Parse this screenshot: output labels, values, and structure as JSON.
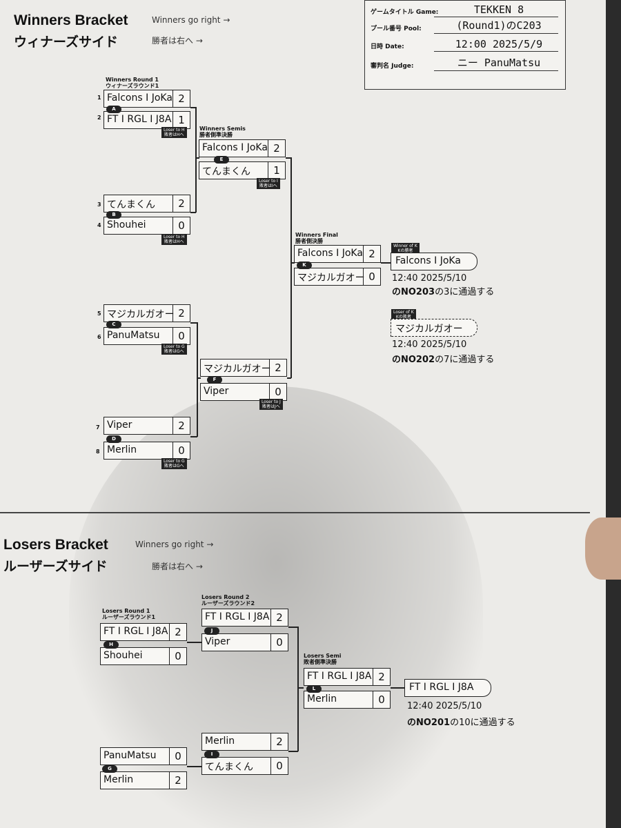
{
  "winners": {
    "title": "Winners Bracket",
    "subtitle": "Winners go right →",
    "title_jp": "ウィナーズサイド",
    "subtitle_jp": "勝者は右へ →",
    "round1_label": "Winners Round 1",
    "round1_label_jp": "ウィナーズラウンド1",
    "semis_label": "Winners Semis",
    "semis_label_jp": "勝者側準決勝",
    "final_label": "Winners Final",
    "final_label_jp": "勝者側決勝",
    "matches": {
      "A": {
        "p1": "Falcons I JoKa",
        "s1": "2",
        "p2": "FT I RGL I J8A",
        "s2": "1"
      },
      "B": {
        "p1": "てんまくん",
        "s1": "2",
        "p2": "Shouhei",
        "s2": "0"
      },
      "C": {
        "p1": "マジカルガオー",
        "s1": "2",
        "p2": "PanuMatsu",
        "s2": "0"
      },
      "D": {
        "p1": "Viper",
        "s1": "2",
        "p2": "Merlin",
        "s2": "0"
      },
      "E": {
        "p1": "Falcons I JoKa",
        "s1": "2",
        "p2": "てんまくん",
        "s2": "1"
      },
      "F": {
        "p1": "マジカルガオー",
        "s1": "2",
        "p2": "Viper",
        "s2": "0"
      },
      "K": {
        "p1": "Falcons I JoKa",
        "s1": "2",
        "p2": "マジカルガオー",
        "s2": "0"
      }
    },
    "seeds": [
      "1",
      "2",
      "3",
      "4",
      "5",
      "6",
      "7",
      "8"
    ],
    "tags": {
      "to_h": "Loser to H",
      "to_h_jp": "敗者はHへ",
      "to_i": "Loser to I",
      "to_i_jp": "敗者はIへ",
      "to_g": "Loser to G",
      "to_g_jp": "敗者はGへ",
      "to_j": "Loser to J",
      "to_j_jp": "敗者はJへ"
    },
    "winner_k": {
      "tag": "Winner of K",
      "tag_jp": "Kの勝者",
      "name": "Falcons I JoKa",
      "time": "12:40 2025/5/10",
      "note_bold": "のNO203",
      "note": "の3に通過する"
    },
    "loser_k": {
      "tag": "Loser of K",
      "tag_jp": "Kの敗者",
      "name": "マジカルガオー",
      "time": "12:40 2025/5/10",
      "note_bold": "のNO202",
      "note": "の7に通過する"
    }
  },
  "info": {
    "game_label": "ゲームタイトル Game:",
    "game": "TEKKEN 8",
    "pool_label": "プール番号 Pool:",
    "pool": "(Round1)のC203",
    "date_label": "日時 Date:",
    "date": "12:00 2025/5/9",
    "judge_label": "審判名 Judge:",
    "judge": "ニー PanuMatsu"
  },
  "losers": {
    "title": "Losers Bracket",
    "subtitle": "Winners go right →",
    "title_jp": "ルーザーズサイド",
    "subtitle_jp": "勝者は右へ →",
    "round1_label": "Losers Round 1",
    "round1_label_jp": "ルーザーズラウンド1",
    "round2_label": "Losers Round 2",
    "round2_label_jp": "ルーザーズラウンド2",
    "semi_label": "Losers Semi",
    "semi_label_jp": "敗者側準決勝",
    "matches": {
      "H": {
        "p1": "FT I RGL I J8A",
        "s1": "2",
        "p2": "Shouhei",
        "s2": "0"
      },
      "G": {
        "p1": "PanuMatsu",
        "s1": "0",
        "p2": "Merlin",
        "s2": "2"
      },
      "J": {
        "p1": "FT I RGL I J8A",
        "s1": "2",
        "p2": "Viper",
        "s2": "0"
      },
      "I": {
        "p1": "Merlin",
        "s1": "2",
        "p2": "てんまくん",
        "s2": "0"
      },
      "L": {
        "p1": "FT I RGL I J8A",
        "s1": "2",
        "p2": "Merlin",
        "s2": "0"
      }
    },
    "winner_l": {
      "name": "FT I RGL I J8A",
      "time": "12:40 2025/5/10",
      "note_bold": "のNO201",
      "note": "の10に通過する"
    }
  }
}
